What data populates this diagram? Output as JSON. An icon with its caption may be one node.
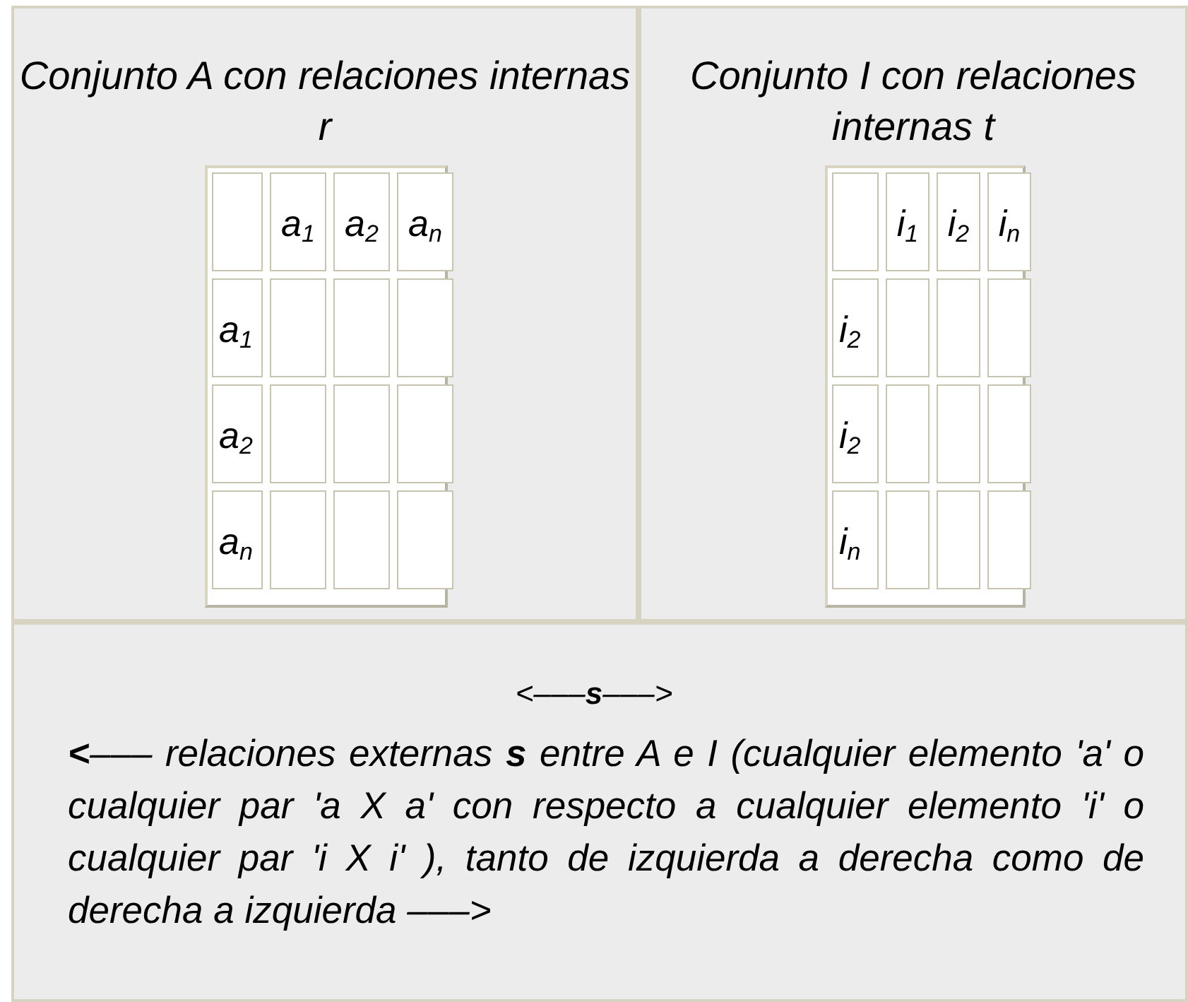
{
  "diagram": {
    "labels": [
      "Conjunto A con relaciones internas r",
      "a$_{1}$",
      "a$_{2}$",
      "a$_{n}$",
      "a$_{1}$",
      "a$_{2}$",
      "a$_{n}$",
      "Conjunto I con relaciones internas t",
      "i$_{1}$",
      "i$_{2}$",
      "i$_{n}$",
      "i$_{2}$",
      "i$_{2}$",
      "i$_{n}$",
      "<–––**s**–––>",
      "**<**––– relaciones externas **s** entre A e I (cualquier elemento 'a' o cualquier par 'a X a' con respecto a cualquier elemento 'i' o cualquier par 'i X i' ), tanto de izquierda a derecha como de derecha a izquierda –––>"
    ]
  }
}
